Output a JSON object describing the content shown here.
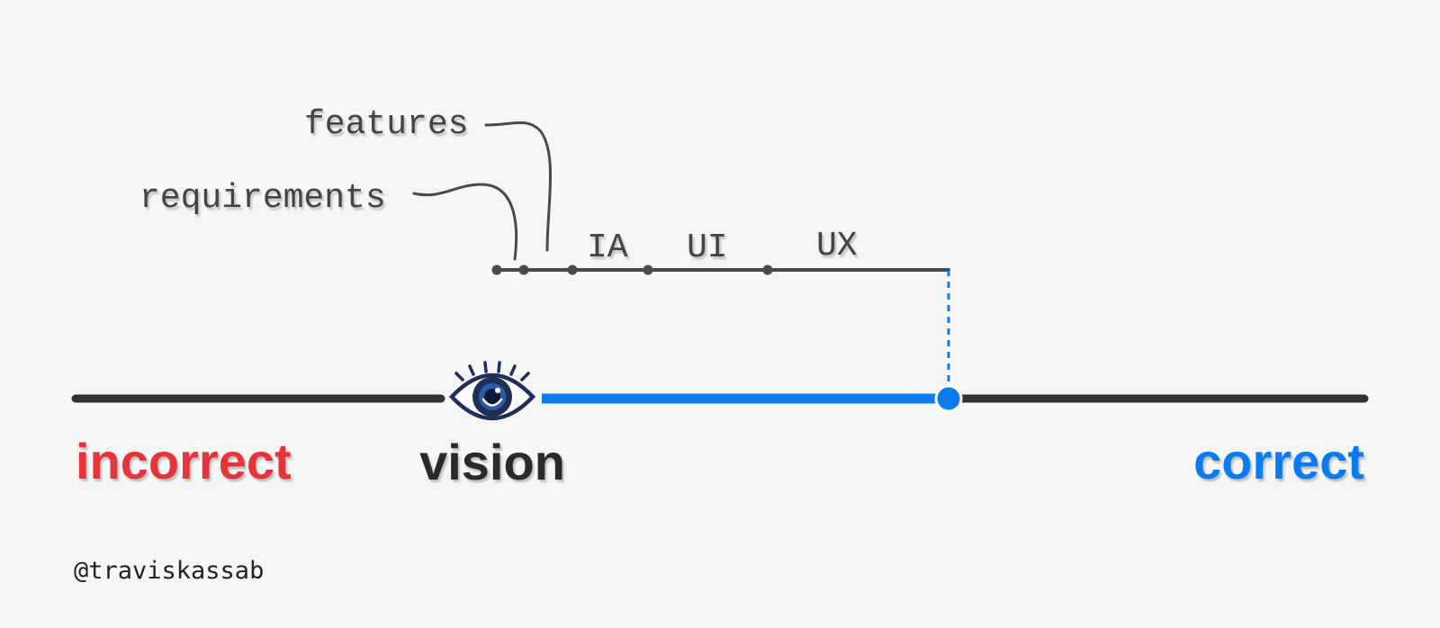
{
  "colors": {
    "background": "#f6f6f6",
    "line_dark": "#333333",
    "accent_blue": "#0a7cf0",
    "incorrect_red": "#e5343a",
    "label_gray": "#444444",
    "eye_navy": "#1f2f5a"
  },
  "callouts": {
    "features": "features",
    "requirements": "requirements"
  },
  "stage_labels": [
    "IA",
    "UI",
    "UX"
  ],
  "axis": {
    "left_label": "incorrect",
    "center_label": "vision",
    "right_label": "correct"
  },
  "credit": "@traviskassab",
  "icons": {
    "vision": "eye-icon"
  }
}
